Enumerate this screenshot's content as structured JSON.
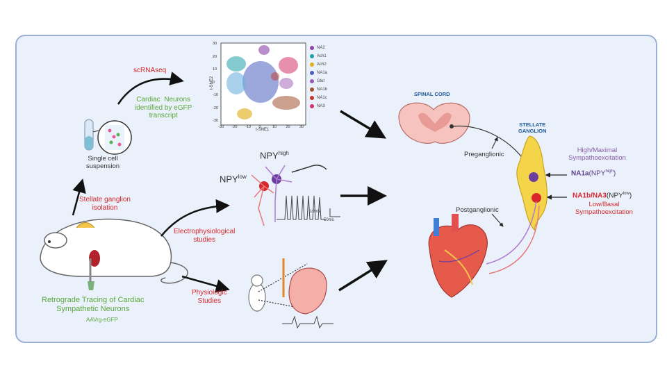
{
  "labels": {
    "scrnaseq": "scRNAseq",
    "cardiac_neurons": "Cardiac  Neurons\nidentified by eGFP\ntranscript",
    "single_cell": "Single cell\nsuspension",
    "stellate_isolation": "Stellate ganglion\nisolation",
    "retrograde": "Retrograde Tracing of Cardiac\nSympathetic Neurons",
    "aav": "AAVrg-eGFP",
    "electro": "Electrophysiological\nstudies",
    "physio": "Physiologic\nStudies",
    "npy_high_base": "NPY",
    "npy_high_sup": "high",
    "npy_low_base": "NPY",
    "npy_low_sup": "low",
    "scale_mv": "10mV",
    "scale_ms": "50ms",
    "spinal_cord": "SPINAL CORD",
    "stellate_ganglion": "STELLATE\nGANGLION",
    "preganglionic": "Preganglionic",
    "postganglionic": "Postganglionic",
    "high_sympatho": "High/Maximal\nSympathoexcitation",
    "na1a": "NA1a",
    "na1a_paren_open": "(NPY",
    "na1a_sup": "high",
    "na1a_paren_close": ")",
    "na1b": "NA1b/NA3",
    "na1b_paren_open": "(NPY",
    "na1b_sup": "low",
    "na1b_paren_close": ")",
    "low_sympatho": "Low/Basal\nSympathoexcitation",
    "tsne_x": "t-SNE1",
    "tsne_y": "t-SNE2"
  },
  "tsne": {
    "x_ticks": [
      "-30",
      "-20",
      "-10",
      "0",
      "10",
      "20",
      "30"
    ],
    "y_ticks": [
      "30",
      "20",
      "10",
      "0",
      "-10",
      "-20",
      "-30"
    ],
    "legend": [
      {
        "name": "NA2",
        "color": "#8e44ad"
      },
      {
        "name": "Ach1",
        "color": "#1fa0a8"
      },
      {
        "name": "Ach2",
        "color": "#e0b020"
      },
      {
        "name": "NA1a",
        "color": "#4a5fbf"
      },
      {
        "name": "Glut",
        "color": "#9b59b6"
      },
      {
        "name": "NA1b",
        "color": "#a0522d"
      },
      {
        "name": "NA1c",
        "color": "#c0392b"
      },
      {
        "name": "NA3",
        "color": "#d6336c"
      }
    ]
  },
  "colors": {
    "red_text": "#d8262c",
    "green_text": "#5aa83a",
    "purple_text": "#8a5aa8",
    "panel_bg": "#eaf1fb",
    "panel_border": "#9bb0d6"
  }
}
